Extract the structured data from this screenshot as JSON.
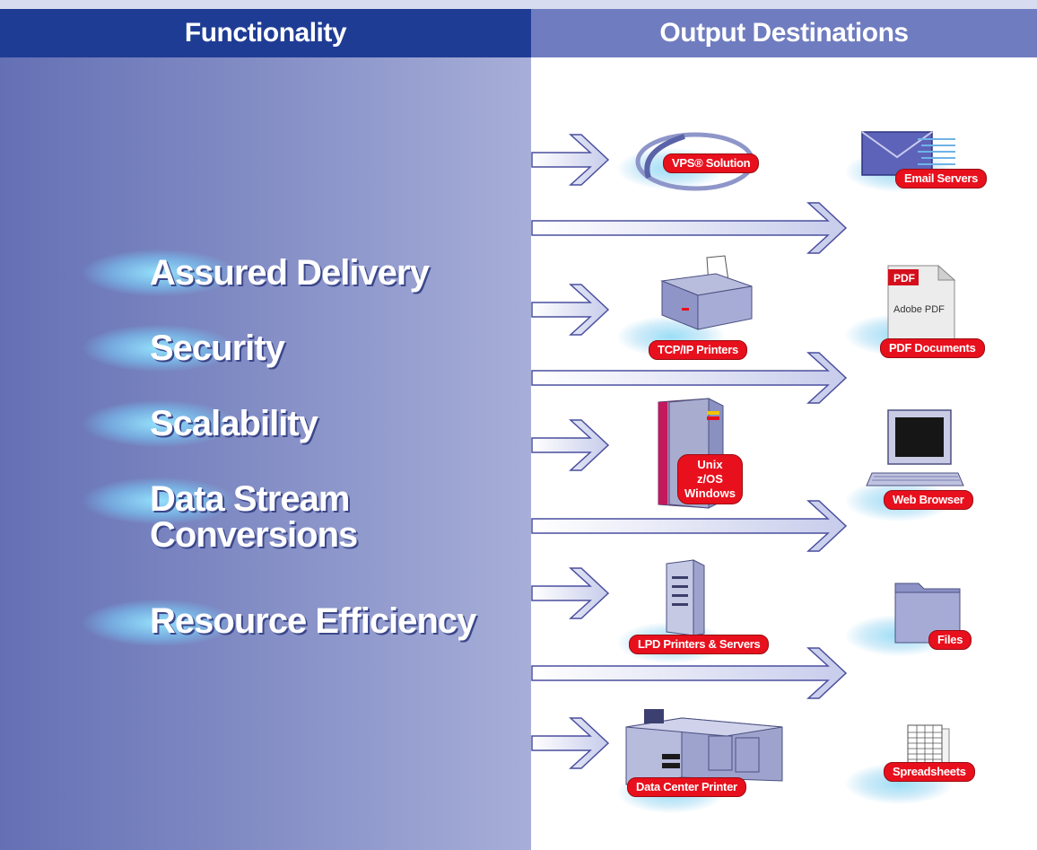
{
  "headers": {
    "functionality": "Functionality",
    "output_destinations": "Output Destinations"
  },
  "functionality_items": [
    {
      "label": "Assured Delivery"
    },
    {
      "label": "Security"
    },
    {
      "label": "Scalability"
    },
    {
      "label": "Data Stream"
    },
    {
      "label": "Conversions"
    },
    {
      "label": "Resource Efficiency"
    }
  ],
  "destinations": {
    "vps": "VPS® Solution",
    "email": "Email Servers",
    "tcpip": "TCP/IP Printers",
    "pdf": "PDF Documents",
    "pdf_icon_badge": "PDF",
    "pdf_icon_text": "Adobe PDF",
    "host_lines": [
      "Unix",
      "z/OS",
      "Windows"
    ],
    "web": "Web Browser",
    "lpd": "LPD Printers & Servers",
    "files": "Files",
    "datacenter": "Data Center Printer",
    "spreadsheets": "Spreadsheets"
  },
  "colors": {
    "header_left": "#1f3c95",
    "header_right": "#6f7cc0",
    "label_red": "#e8101d",
    "arrow_fill": "#cfd3ec",
    "arrow_stroke": "#4a4f9e"
  }
}
